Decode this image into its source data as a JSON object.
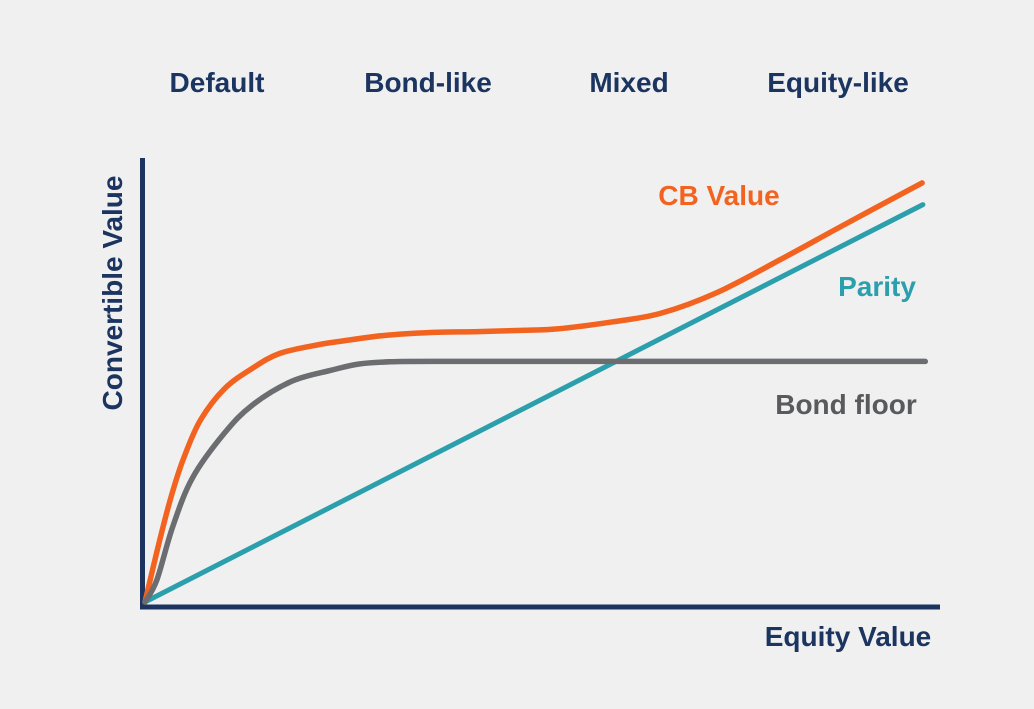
{
  "page": {
    "background": "#f0f0f1"
  },
  "colors": {
    "navy": "#1b3560",
    "orange": "#f36320",
    "teal": "#2ba0ac",
    "gray_line": "#6c6d70",
    "gray_text": "#595a5e"
  },
  "chart_data": {
    "type": "line",
    "title": "",
    "xlabel": "Equity Value",
    "ylabel": "Convertible Value",
    "x_range": [
      0,
      100
    ],
    "y_range": [
      0,
      100
    ],
    "grid": false,
    "axes_color": "#1b3560",
    "legend_position": "inline-labels",
    "region_bands": [
      {
        "label": "Default",
        "x_center": 9
      },
      {
        "label": "Bond-like",
        "x_center": 36
      },
      {
        "label": "Mixed",
        "x_center": 61
      },
      {
        "label": "Equity-like",
        "x_center": 87
      }
    ],
    "series": [
      {
        "name": "CB Value",
        "color": "#f36320",
        "label_color": "#f36320",
        "stroke_width": 5.5,
        "smooth": true,
        "points": [
          [
            0,
            0
          ],
          [
            2,
            15
          ],
          [
            3.5,
            25
          ],
          [
            5,
            33
          ],
          [
            7,
            41
          ],
          [
            10,
            48
          ],
          [
            13.5,
            52.6
          ],
          [
            17,
            56
          ],
          [
            22,
            58
          ],
          [
            25,
            58.8
          ],
          [
            30,
            60
          ],
          [
            36,
            60.7
          ],
          [
            42,
            60.9
          ],
          [
            48,
            61.2
          ],
          [
            52,
            61.5
          ],
          [
            59,
            63.1
          ],
          [
            65,
            65
          ],
          [
            72,
            69.6
          ],
          [
            80,
            77
          ],
          [
            88,
            84.8
          ],
          [
            98,
            94.4
          ]
        ]
      },
      {
        "name": "Parity",
        "color": "#2ba0ac",
        "label_color": "#2ba0ac",
        "stroke_width": 5,
        "smooth": false,
        "points": [
          [
            0,
            0
          ],
          [
            98.1,
            89.5
          ]
        ]
      },
      {
        "name": "Bond floor",
        "color": "#6c6d70",
        "label_color": "#595a5e",
        "stroke_width": 5.5,
        "smooth": true,
        "points": [
          [
            0,
            0
          ],
          [
            1.5,
            5
          ],
          [
            3.5,
            17
          ],
          [
            6,
            28
          ],
          [
            10,
            38
          ],
          [
            13.5,
            44.3
          ],
          [
            18.5,
            49.7
          ],
          [
            23.5,
            52.2
          ],
          [
            27,
            53.6
          ],
          [
            31,
            54.1
          ],
          [
            36,
            54.2
          ],
          [
            60,
            54.2
          ],
          [
            98.4,
            54.2
          ]
        ]
      }
    ]
  }
}
